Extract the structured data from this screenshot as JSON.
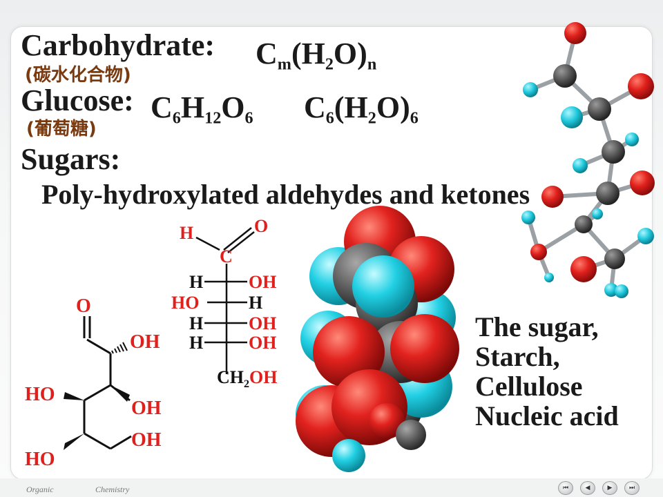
{
  "header": {
    "carbohydrate_label": "Carbohydrate:",
    "carbohydrate_cn": "(碳水化合物)",
    "glucose_label": "Glucose:",
    "glucose_cn": "(葡萄糖)",
    "sugars_label": "Sugars:",
    "sugars_definition": "Poly-hydroxylated aldehydes and ketones"
  },
  "formulas": {
    "general": {
      "c": "C",
      "m": "m",
      "open": "(H",
      "two": "2",
      "close": "O)",
      "n": "n"
    },
    "glucose": {
      "c": "C",
      "six": "6",
      "h": "H",
      "twelve": "12",
      "o": "O"
    },
    "glucose_hydrate": {
      "c": "C",
      "six": "6",
      "open": "(H",
      "two": "2",
      "close": "O)",
      "six_b": "6"
    }
  },
  "fischer": {
    "top_h": "H",
    "top_o": "O",
    "c": "C",
    "row1_left": "H",
    "row1_right": "OH",
    "row2_left": "HO",
    "row2_right": "H",
    "row3_left": "H",
    "row3_right": "OH",
    "row4_left": "H",
    "row4_right": "OH",
    "bottom_ch": "CH",
    "bottom_2": "2",
    "bottom_oh": "OH"
  },
  "skeletal": {
    "o": "O",
    "oh1": "OH",
    "ho1": "HO",
    "oh2": "OH",
    "ho2": "HO",
    "oh3": "OH"
  },
  "examples": [
    "The sugar,",
    "Starch,",
    "Cellulose",
    "Nucleic acid"
  ],
  "footer": {
    "left": "Organic",
    "right": "Chemistry"
  },
  "nav_buttons": [
    "first-icon",
    "previous-icon",
    "next-icon",
    "last-icon"
  ],
  "colors": {
    "oxygen": "#e0201c",
    "carbon": "#555555",
    "hydrogen": "#1ec8dc",
    "chinese_text": "#7a3a10",
    "text": "#1a1a1a"
  }
}
